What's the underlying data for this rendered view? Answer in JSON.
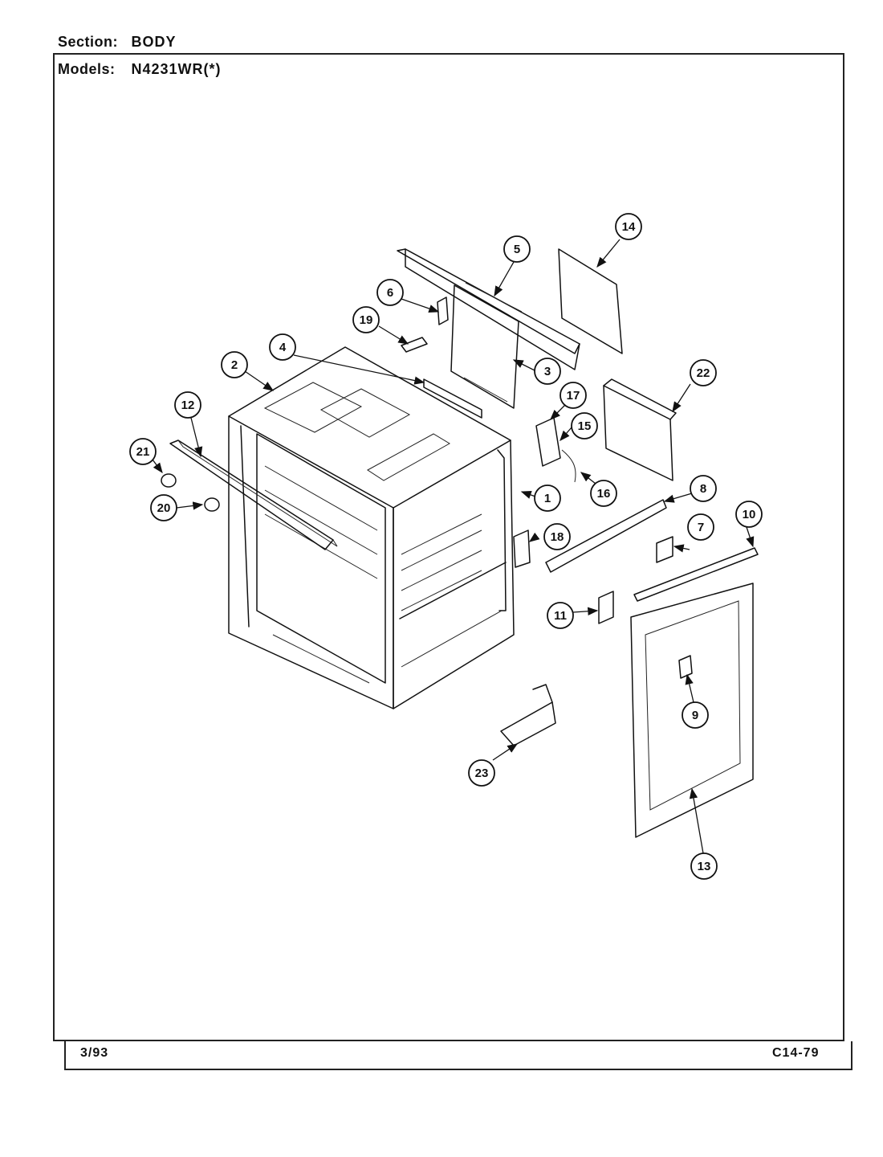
{
  "header": {
    "section_label": "Section:",
    "section_value": "BODY",
    "models_label": "Models:",
    "models_value": "N4231WR(*)"
  },
  "footer": {
    "date": "3/93",
    "page_code": "C14-79"
  },
  "callouts": [
    "1",
    "2",
    "3",
    "4",
    "5",
    "6",
    "7",
    "8",
    "9",
    "10",
    "11",
    "12",
    "13",
    "14",
    "15",
    "16",
    "17",
    "18",
    "19",
    "20",
    "21",
    "22",
    "23"
  ]
}
